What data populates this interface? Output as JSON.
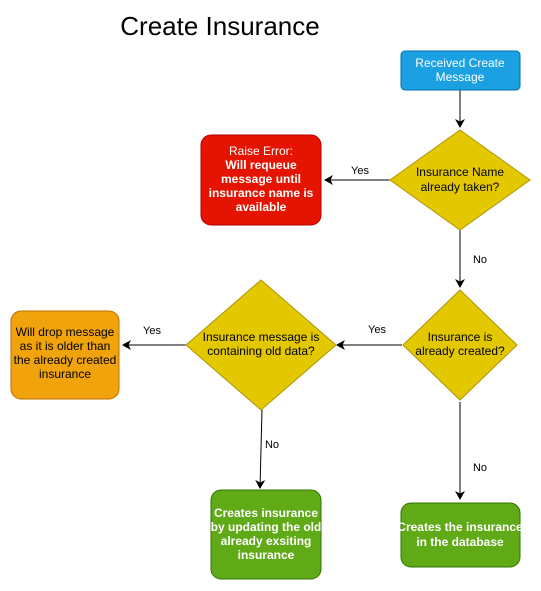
{
  "title": "Create Insurance",
  "colors": {
    "start": "#1ba1e2",
    "start_stroke": "#006eaf",
    "decision": "#e3c800",
    "decision_stroke": "#b09500",
    "error": "#e51400",
    "error_stroke": "#b20000",
    "warning": "#f0a30a",
    "warning_stroke": "#bd7000",
    "success": "#60a917",
    "success_stroke": "#2d7600"
  },
  "nodes": {
    "start": [
      "Received Create",
      "Message"
    ],
    "name_taken": [
      "Insurance Name",
      "already taken?"
    ],
    "raise_error": [
      "Raise Error:",
      "Will requeue",
      "message until",
      "insurance name is",
      "available"
    ],
    "already_created": [
      "Insurance is",
      "already created?"
    ],
    "old_data": [
      "Insurance message is",
      "containing old data?"
    ],
    "drop_message": [
      "Will drop message",
      "as it is older than",
      "the already created",
      "insurance"
    ],
    "update_old": [
      "Creates insurance",
      "by updating the old",
      "already exsiting",
      "insurance"
    ],
    "create_db": [
      "Creates the insurance",
      "in the database"
    ]
  },
  "edges": {
    "taken_yes": "Yes",
    "taken_no": "No",
    "created_yes": "Yes",
    "created_no": "No",
    "old_yes": "Yes",
    "old_no": "No"
  }
}
